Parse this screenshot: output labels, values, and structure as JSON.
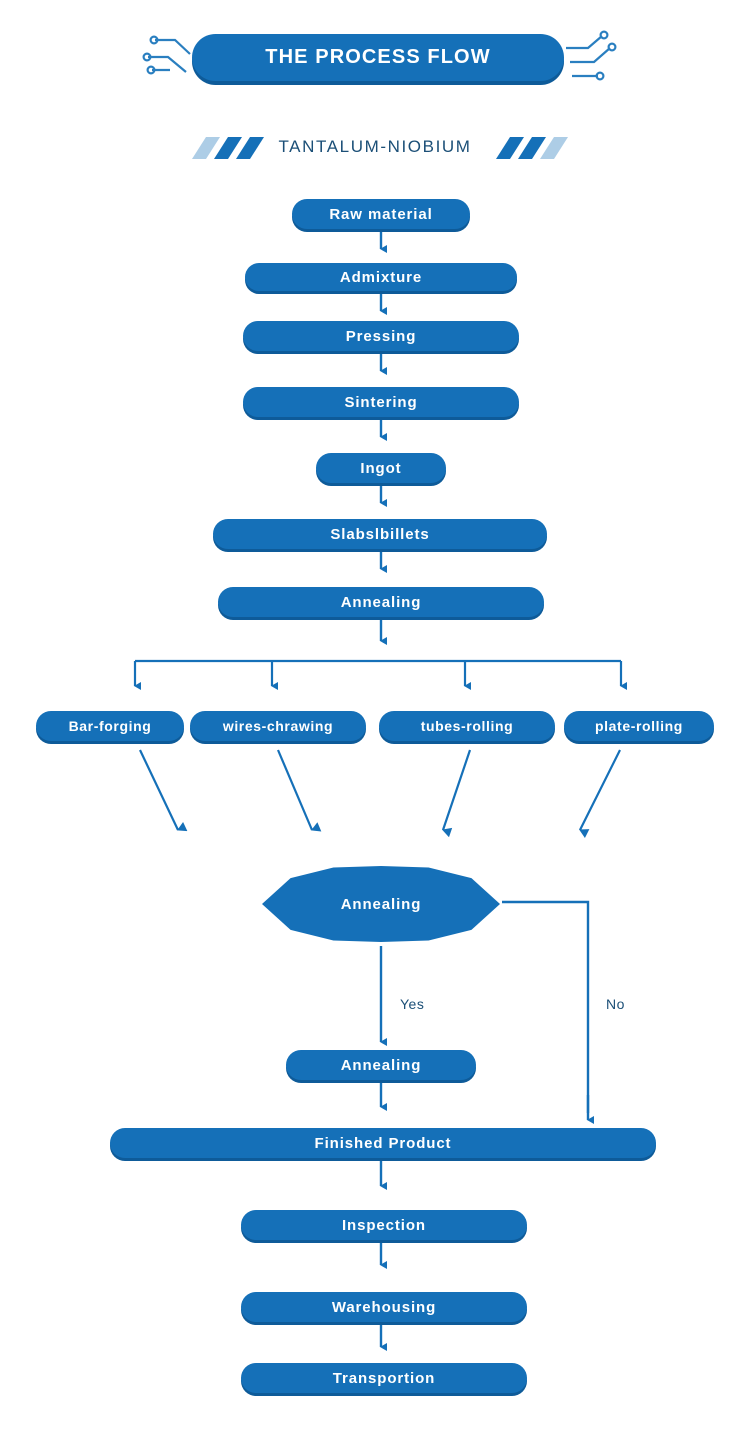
{
  "header": {
    "title": "THE PROCESS FLOW",
    "subtitle": "TANTALUM-NIOBIUM",
    "accent_color": "#1570b8",
    "accent_shadow": "#0e5b99",
    "text_color": "#ffffff",
    "label_color": "#1b4f77"
  },
  "nodes": [
    {
      "id": "raw-material",
      "label": "Raw material"
    },
    {
      "id": "admixture",
      "label": "Admixture"
    },
    {
      "id": "pressing",
      "label": "Pressing"
    },
    {
      "id": "sintering",
      "label": "Sintering"
    },
    {
      "id": "ingot",
      "label": "Ingot"
    },
    {
      "id": "slabs-billets",
      "label": "Slabslbillets"
    },
    {
      "id": "annealing-1",
      "label": "Annealing"
    },
    {
      "id": "bar-forging",
      "label": "Bar-forging"
    },
    {
      "id": "wires-chrawing",
      "label": "wires-chrawing"
    },
    {
      "id": "tubes-rolling",
      "label": "tubes-rolling"
    },
    {
      "id": "plate-rolling",
      "label": "plate-rolling"
    },
    {
      "id": "annealing-decision",
      "label": "Annealing"
    },
    {
      "id": "annealing-2",
      "label": "Annealing"
    },
    {
      "id": "finished-product",
      "label": "Finished Product"
    },
    {
      "id": "inspection",
      "label": "Inspection"
    },
    {
      "id": "warehousing",
      "label": "Warehousing"
    },
    {
      "id": "transportion",
      "label": "Transportion"
    }
  ],
  "edge_labels": {
    "yes": "Yes",
    "no": "No"
  }
}
